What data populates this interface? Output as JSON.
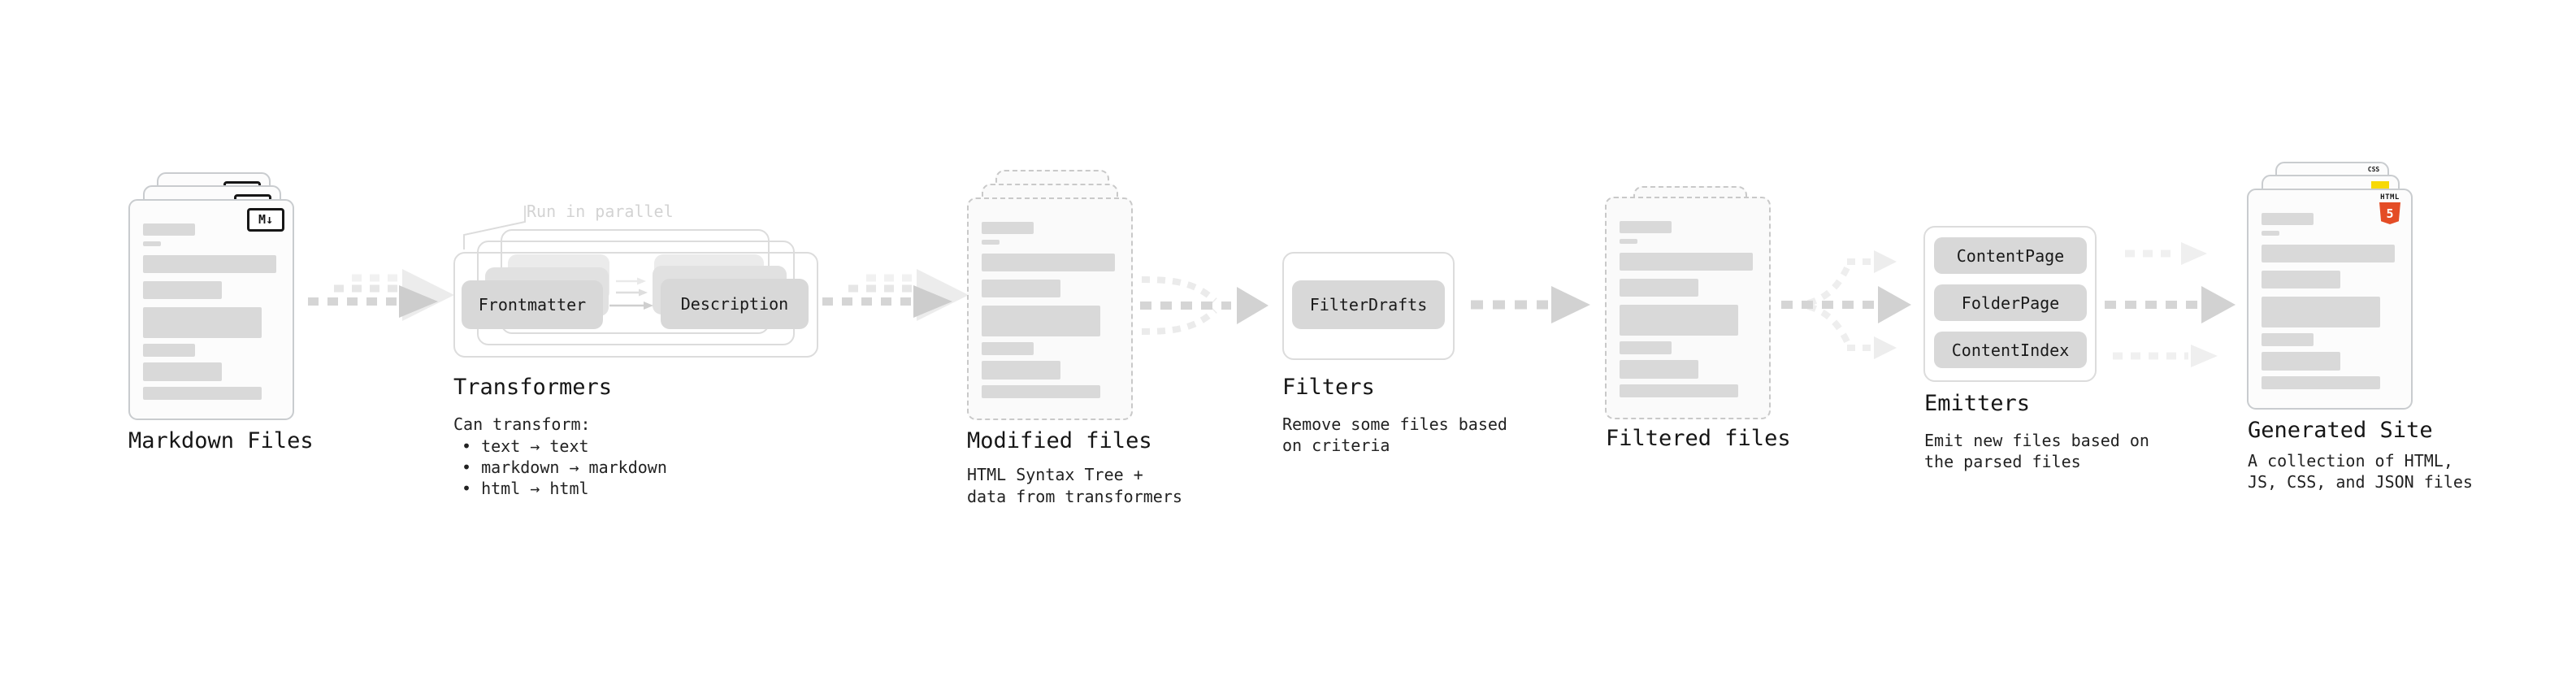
{
  "diagram": {
    "nodes": {
      "markdown_files": {
        "label": "Markdown Files",
        "badge": "M↓"
      },
      "transformers": {
        "title": "Transformers",
        "annotation": "Run in parallel",
        "boxes": [
          "Frontmatter",
          "Description"
        ],
        "caption": "Can transform:",
        "bullets": [
          "text → text",
          "markdown → markdown",
          "html → html"
        ]
      },
      "modified_files": {
        "label": "Modified files",
        "description_lines": [
          "HTML Syntax Tree +",
          "data from transformers"
        ]
      },
      "filters": {
        "title": "Filters",
        "boxes": [
          "FilterDrafts"
        ],
        "description_lines": [
          "Remove some files based",
          "on criteria"
        ]
      },
      "filtered_files": {
        "label": "Filtered files"
      },
      "emitters": {
        "title": "Emitters",
        "boxes": [
          "ContentPage",
          "FolderPage",
          "ContentIndex"
        ],
        "description_lines": [
          "Emit new files based on",
          "the parsed files"
        ]
      },
      "generated_site": {
        "label": "Generated Site",
        "description_lines": [
          "A collection of HTML,",
          "JS, CSS, and JSON files"
        ],
        "badges": {
          "html_text": "HTML",
          "html_number": "5",
          "css": "CSS"
        }
      }
    },
    "colors": {
      "html5_orange": "#e44d26",
      "js_yellow": "#f7d908",
      "css_blue": "#2e6fe3",
      "box_gray": "#d8d8d8",
      "arrow_gray": "#d2d2d2",
      "annotation_gray": "#d3d3d3"
    }
  }
}
